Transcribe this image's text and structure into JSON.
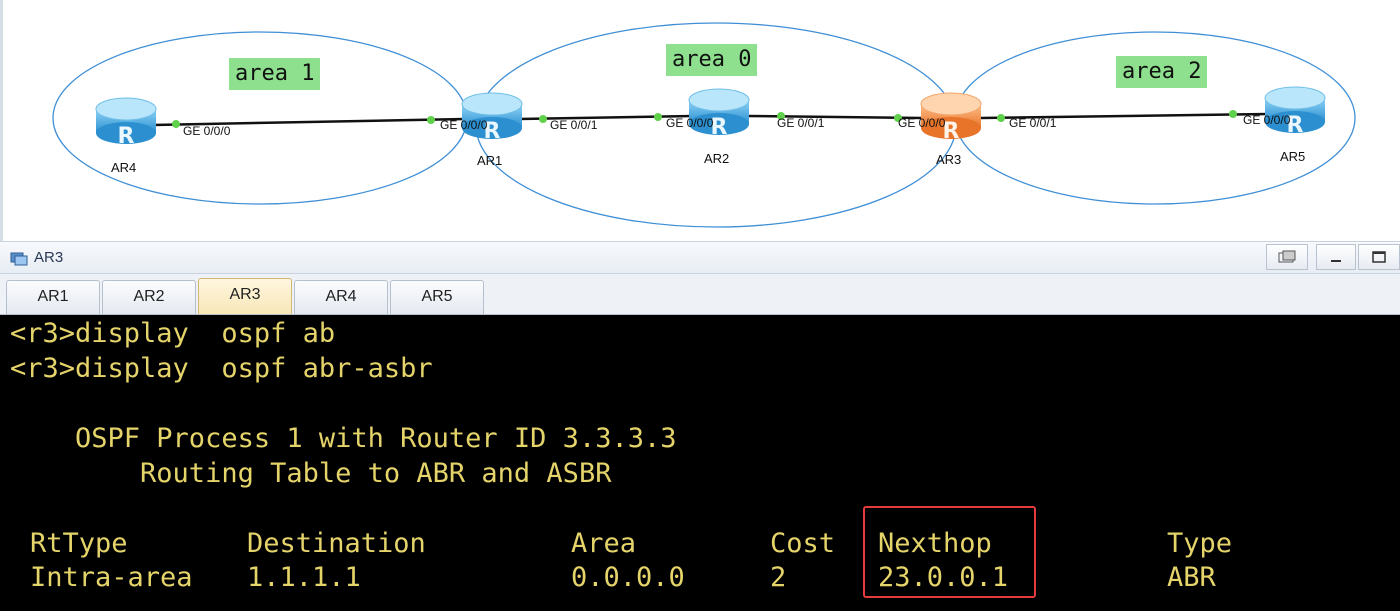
{
  "topology": {
    "areas": [
      "area 1",
      "area 0",
      "area 2"
    ],
    "routers": [
      "AR4",
      "AR1",
      "AR2",
      "AR3",
      "AR5"
    ],
    "ports": {
      "ar4_ge000": "GE 0/0/0",
      "ar1_ge000": "GE 0/0/0",
      "ar1_ge001": "GE 0/0/1",
      "ar2_ge000": "GE 0/0/0",
      "ar2_ge001": "GE 0/0/1",
      "ar3_ge000": "GE 0/0/0",
      "ar3_ge001": "GE 0/0/1",
      "ar5_ge000": "GE 0/0/0"
    },
    "colors": {
      "router_blue": "#3aa3e0",
      "router_active": "#f08a3c",
      "area_fill": "#8ee08e",
      "link": "#111111",
      "port_dot": "#5fd14a"
    }
  },
  "window": {
    "title": "AR3",
    "icon": "router-window-icon",
    "buttons": [
      "restore-icon",
      "minimize-icon",
      "maximize-icon"
    ]
  },
  "tabs": [
    {
      "label": "AR1",
      "active": false
    },
    {
      "label": "AR2",
      "active": false
    },
    {
      "label": "AR3",
      "active": true
    },
    {
      "label": "AR4",
      "active": false
    },
    {
      "label": "AR5",
      "active": false
    }
  ],
  "terminal": {
    "text_color": "#e5d46a",
    "background": "#000000",
    "lines": [
      "<r3>display  ospf ab",
      "<r3>display  ospf abr-asbr",
      "",
      "    OSPF Process 1 with Router ID 3.3.3.3",
      "        Routing Table to ABR and ASBR",
      ""
    ],
    "table": {
      "headers": [
        "RtType",
        "Destination",
        "Area",
        "Cost",
        "Nexthop",
        "Type"
      ],
      "rows": [
        [
          "Intra-area",
          "1.1.1.1",
          "0.0.0.0",
          "2",
          "23.0.0.1",
          "ABR"
        ]
      ]
    },
    "highlight_color": "#e43c3c"
  }
}
